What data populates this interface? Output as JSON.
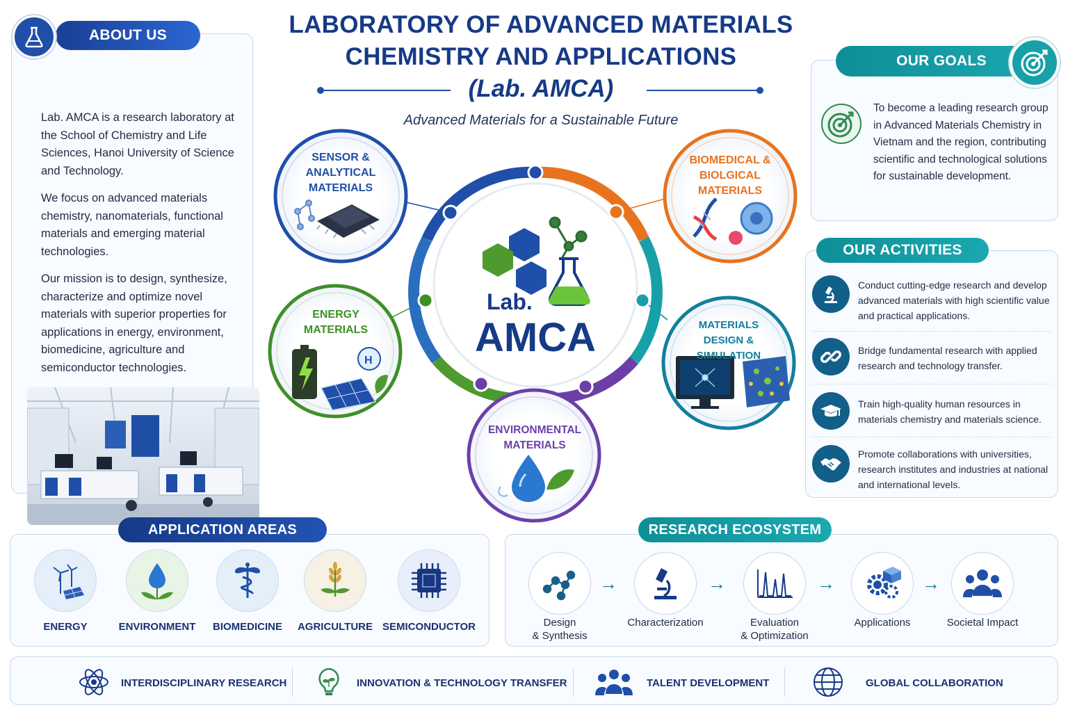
{
  "header": {
    "title_line1": "LABORATORY OF ADVANCED MATERIALS",
    "title_line2": "CHEMISTRY AND APPLICATIONS",
    "title_line3": "(Lab. AMCA)",
    "tagline": "Advanced Materials for a Sustainable Future"
  },
  "about": {
    "heading": "ABOUT US",
    "paragraphs": [
      "Lab. AMCA is a research laboratory at the School of Chemistry and Life Sciences, Hanoi University of Science and Technology.",
      "We focus on advanced materials chemistry, nanomaterials, functional materials and emerging material technologies.",
      "Our mission is to design, synthesize, characterize and optimize novel materials with superior properties for applications in energy, environment, biomedicine, agriculture and semiconductor technologies."
    ]
  },
  "hub": {
    "center_line1": "Lab.",
    "center_line2": "AMCA",
    "satellites": [
      {
        "label": "SENSOR & ANALYTICAL MATERIALS",
        "color": "#1f4fa8"
      },
      {
        "label": "BIOMEDICAL & BIOLGICAL MATERIALS",
        "color": "#e8731f"
      },
      {
        "label": "ENERGY MATERIALS",
        "color": "#3f8f28"
      },
      {
        "label": "MATERIALS DESIGN & SIMULATION",
        "color": "#137f9c"
      },
      {
        "label": "ENVIRONMENTAL MATERIALS",
        "color": "#6c3fa8"
      }
    ]
  },
  "goals": {
    "heading": "OUR GOALS",
    "text": "To become a leading research group in Advanced Materials Chemistry in Vietnam and the region, contributing scientific and technological solutions for sustainable development."
  },
  "activities": {
    "heading": "OUR ACTIVITIES",
    "items": [
      {
        "icon": "microscope-icon",
        "text": "Conduct cutting-edge research and develop advanced materials with high scientific value and practical applications."
      },
      {
        "icon": "link-icon",
        "text": "Bridge fundamental research with applied research and technology transfer."
      },
      {
        "icon": "graduation-cap-icon",
        "text": "Train high-quality human resources in materials chemistry and materials science."
      },
      {
        "icon": "handshake-icon",
        "text": "Promote collaborations with universities, research institutes and industries at national and international levels."
      }
    ]
  },
  "applications": {
    "heading": "APPLICATION AREAS",
    "items": [
      {
        "label": "ENERGY",
        "icon": "wind-solar-icon"
      },
      {
        "label": "ENVIRONMENT",
        "icon": "water-drop-icon"
      },
      {
        "label": "BIOMEDICINE",
        "icon": "caduceus-icon"
      },
      {
        "label": "AGRICULTURE",
        "icon": "wheat-icon"
      },
      {
        "label": "SEMICONDUCTOR",
        "icon": "chip-icon"
      }
    ]
  },
  "ecosystem": {
    "heading": "RESEARCH ECOSYSTEM",
    "steps": [
      {
        "line1": "Design",
        "line2": "& Synthesis",
        "icon": "molecule-icon"
      },
      {
        "line1": "Characterization",
        "line2": "",
        "icon": "microscope-icon"
      },
      {
        "line1": "Evaluation",
        "line2": "& Optimization",
        "icon": "spectrum-icon"
      },
      {
        "line1": "Applications",
        "line2": "",
        "icon": "gears-icon"
      },
      {
        "line1": "Societal Impact",
        "line2": "",
        "icon": "people-icon"
      }
    ]
  },
  "pillars": [
    {
      "label": "INTERDISCIPLINARY RESEARCH",
      "icon": "atom-icon"
    },
    {
      "label": "INNOVATION & TECHNOLOGY TRANSFER",
      "icon": "lightbulb-icon"
    },
    {
      "label": "TALENT DEVELOPMENT",
      "icon": "team-icon"
    },
    {
      "label": "GLOBAL COLLABORATION",
      "icon": "globe-icon"
    }
  ],
  "colors": {
    "navy": "#163a86",
    "blue": "#1f4fa8",
    "teal": "#18a0a8",
    "orange": "#e8731f",
    "green": "#3f8f28",
    "purple": "#6c3fa8",
    "cyan": "#137f9c"
  }
}
